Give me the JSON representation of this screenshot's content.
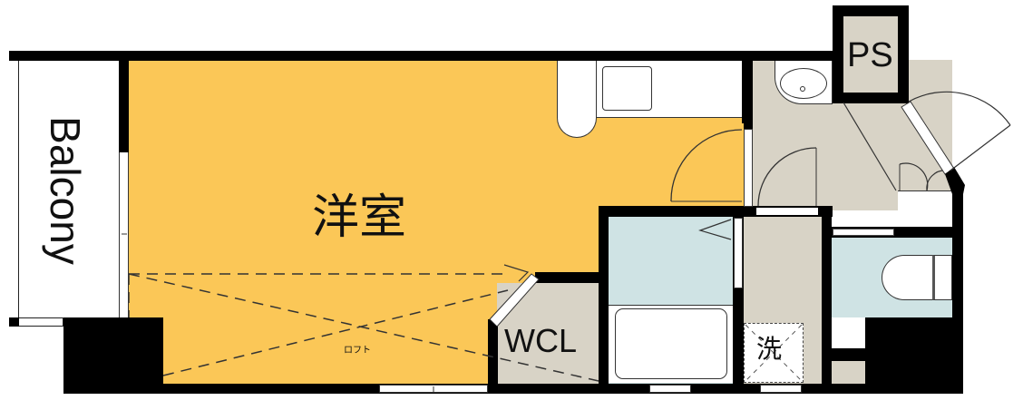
{
  "floor_plan": {
    "type": "apartment-1R-loft",
    "colors": {
      "main_room": "#FBC757",
      "utility": "#D8D3C6",
      "wet_area": "#CFE3E4",
      "wall": "#000000",
      "fixture": "#FFFFFF"
    },
    "rooms": {
      "balcony": {
        "label": "Balcony"
      },
      "western_room": {
        "label": "洋室"
      },
      "loft": {
        "label": "ロフト"
      },
      "walk_in_closet": {
        "label": "WCL"
      },
      "laundry": {
        "label": "洗"
      },
      "pipe_space": {
        "label": "PS"
      },
      "bathroom": {
        "label": ""
      },
      "toilet": {
        "label": ""
      },
      "entrance": {
        "label": ""
      }
    }
  }
}
